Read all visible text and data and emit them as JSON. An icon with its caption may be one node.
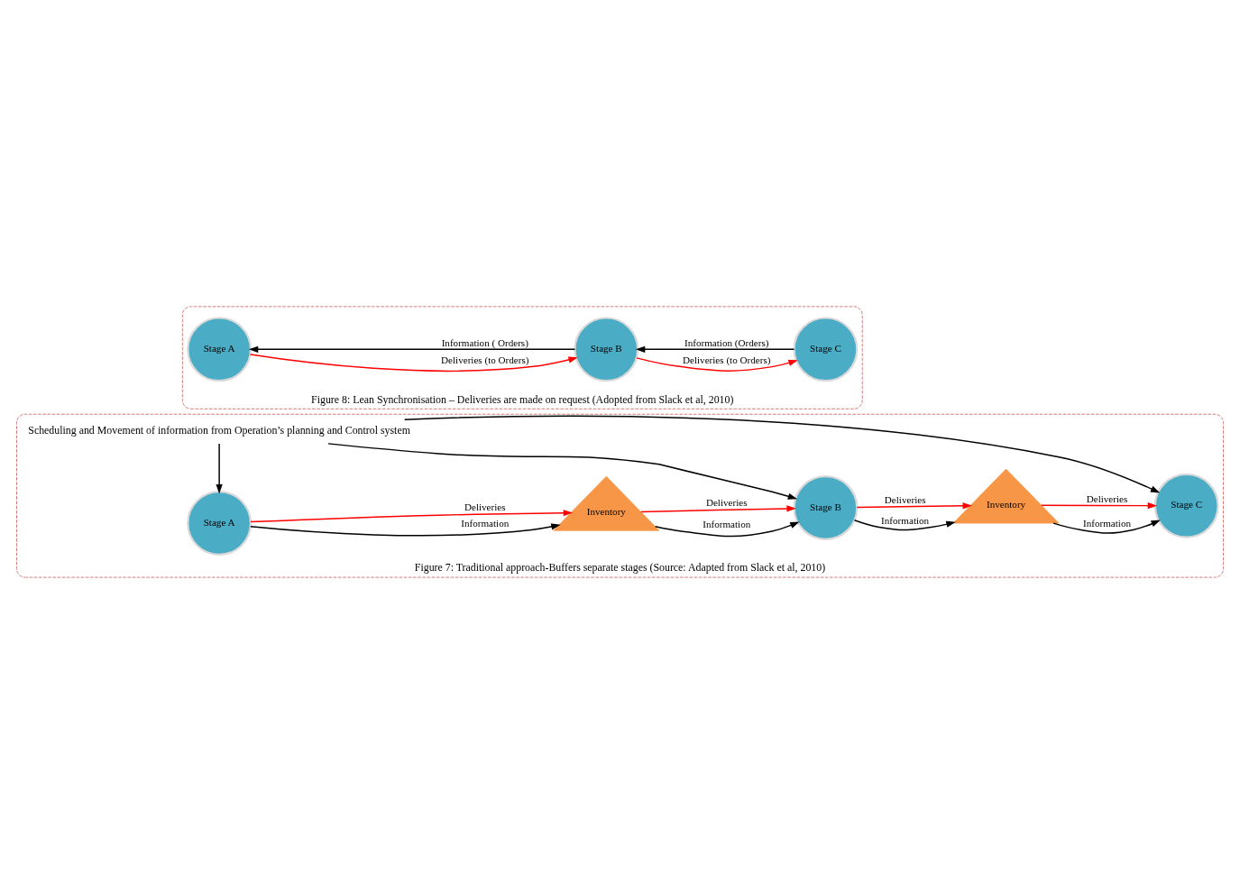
{
  "diagram": {
    "nodes": [
      {
        "text": [
          "Figure 7: Traditional approach-Buffers separate stages (Source: Adapted from Slack et al, 2010)"
        ]
      },
      {
        "text": [
          "Scheduling and Movement of information from Operation’s planning and Control system"
        ],
        "in": 0
      },
      {
        "text": [
          "Stage A"
        ],
        "in": 0
      },
      {
        "text": [
          "Inventory"
        ],
        "in": 0
      },
      {
        "text": [
          "Stage B"
        ],
        "in": 0
      },
      {
        "text": [
          "Inventory"
        ],
        "in": 0
      },
      {
        "text": [
          "Stage C"
        ],
        "in": 0
      },
      {
        "text": [
          "Figure 8: Lean Synchronisation – Deliveries are made on request (Adopted from Slack et al, 2010)"
        ]
      },
      {
        "text": [
          "Stage A"
        ],
        "in": 7
      },
      {
        "text": [
          "Stage B"
        ],
        "in": 7
      },
      {
        "text": [
          "Stage C"
        ],
        "in": 7
      }
    ],
    "edges": [
      {
        "from": 1,
        "to": 2,
        "arrow": "to"
      },
      {
        "from": 1,
        "to": 4,
        "arrow": "to"
      },
      {
        "from": 1,
        "to": 6,
        "arrow": "to"
      },
      {
        "from": 2,
        "to": 3,
        "arrow": "to",
        "label": "Information"
      },
      {
        "from": 2,
        "to": 3,
        "arrow": "to",
        "label": "Deliveries",
        "color": "#ff0000"
      },
      {
        "from": 3,
        "to": 4,
        "arrow": "to",
        "label": "Information"
      },
      {
        "from": 3,
        "to": 4,
        "arrow": "to",
        "label": "Deliveries",
        "color": "#ff0000"
      },
      {
        "from": 4,
        "to": 5,
        "arrow": "to",
        "label": "Information"
      },
      {
        "from": 4,
        "to": 5,
        "arrow": "to",
        "label": "Deliveries",
        "color": "#ff0000"
      },
      {
        "from": 5,
        "to": 6,
        "arrow": "to",
        "label": "Information"
      },
      {
        "from": 5,
        "to": 6,
        "arrow": "to",
        "label": "Deliveries",
        "color": "#ff0000"
      },
      {
        "from": 9,
        "to": 8,
        "arrow": "to",
        "label": "Information ( Orders)"
      },
      {
        "from": 8,
        "to": 9,
        "arrow": "to",
        "label": "Deliveries (to Orders)",
        "color": "#ff0000"
      },
      {
        "from": 10,
        "to": 9,
        "arrow": "to",
        "label": "Information (Orders)"
      },
      {
        "from": 9,
        "to": 10,
        "arrow": "to",
        "label": "Deliveries (to Orders)",
        "color": "#ff0000"
      }
    ]
  }
}
